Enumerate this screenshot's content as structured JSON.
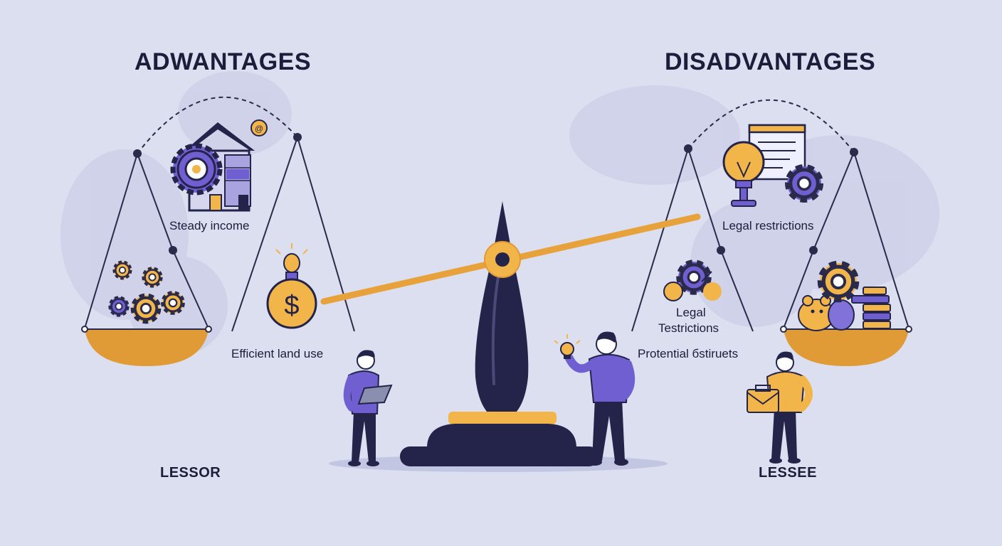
{
  "headings": {
    "advantages": "ADWANTAGES",
    "disadvantages": "DISADVANTAGES"
  },
  "advantages": {
    "steady_income": "Steady income",
    "efficient_land_use": "Efficient land use"
  },
  "disadvantages": {
    "legal_restrictions": "Legal restrictions",
    "legal_testrictions_line1": "Legal",
    "legal_testrictions_line2": "Testrictions",
    "protential_estiruets": "Protential бstiruets"
  },
  "roles": {
    "lessor": "LESSOR",
    "lessee": "LESSEE"
  },
  "colors": {
    "background": "#dcdff0",
    "navy": "#24244a",
    "gold": "#f2b54a",
    "gold_dark": "#e09a36",
    "purple": "#6f5fd0",
    "text": "#1c1d3a"
  },
  "icons": [
    "gear-icon",
    "house-icon",
    "dollar-bag-icon",
    "lightbulb-icon",
    "document-icon",
    "piggy-bank-icon",
    "briefcase-icon",
    "tablet-icon"
  ]
}
